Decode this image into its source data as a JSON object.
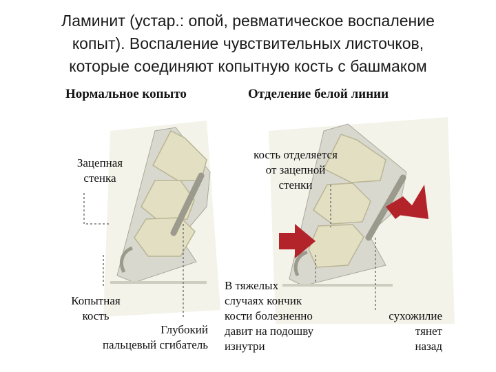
{
  "title_lines": [
    "Ламинит (устар.: опой, ревматическое воспаление",
    "копыт). Воспаление чувствительных листочков,",
    "которые соединяют копытную кость с башмаком"
  ],
  "panels": {
    "left_title": "Нормальное копыто",
    "right_title": "Отделение белой линии"
  },
  "labels": {
    "toe_wall": [
      "Зацепная",
      "стенка"
    ],
    "coffin_bone": [
      "Копытная",
      "кость"
    ],
    "deep_flexor": [
      "Глубокий",
      "пальцевый сгибатель"
    ],
    "bone_separates": [
      "кость отделяется",
      "от зацепной",
      "стенки"
    ],
    "tip_presses": [
      "В тяжелых",
      "случаях кончик",
      "кости болезненно",
      "давит на подошву",
      "изнутри"
    ],
    "tendon_pulls": [
      "сухожилие",
      "тянет",
      "назад"
    ]
  },
  "colors": {
    "bone": "#e2dfc3",
    "bone_edge": "#b9b594",
    "background_panel": "#f4f3ea",
    "hoof": "#d9d8cf",
    "tendon": "#9c9a8c",
    "arrow": "#b3242a"
  }
}
